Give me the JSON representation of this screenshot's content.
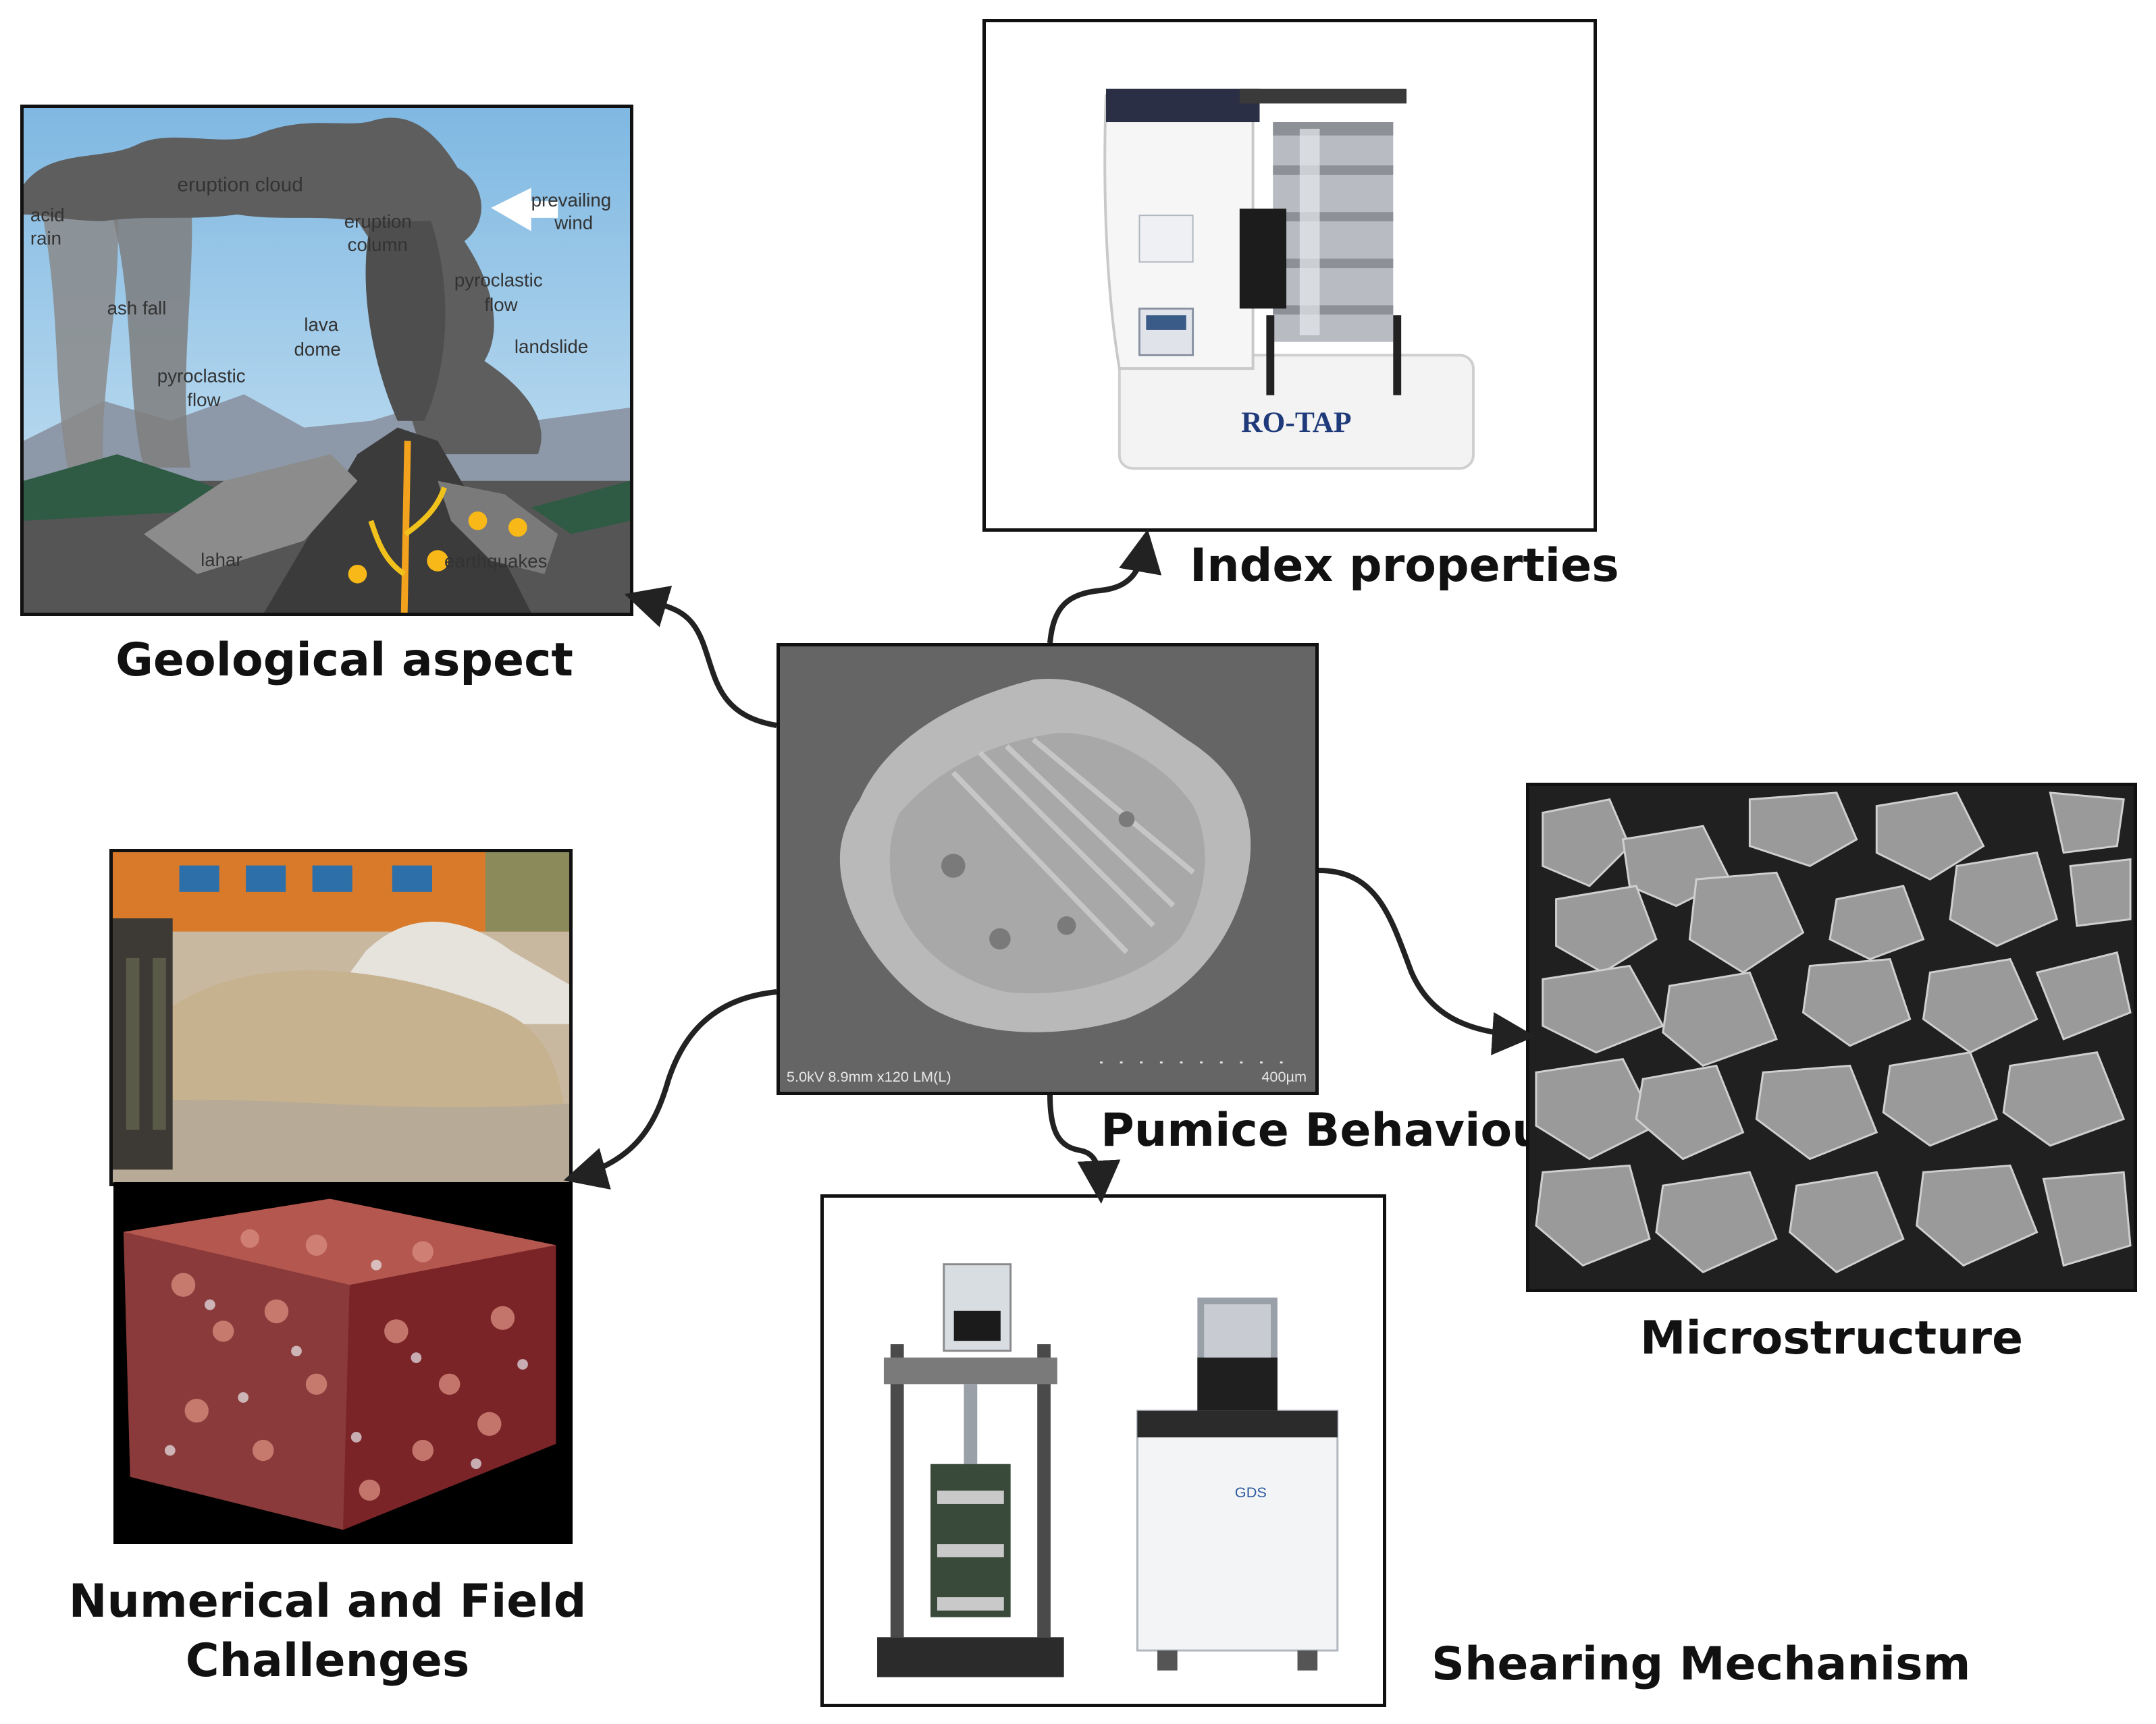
{
  "colors": {
    "border": "#111111",
    "arrow": "#222222",
    "caption": "#111111",
    "sky": "#8fc3e6",
    "ash": "#6b6b6b",
    "lava": "#f2a21c",
    "rotap_brand": "#1f3a7a",
    "sem_background": "#202020",
    "model_sphere": "#a8242b"
  },
  "center": {
    "caption": "Pumice Behaviour",
    "sem_left": "5.0kV 8.9mm x120 LM(L)",
    "sem_right": "400µm"
  },
  "geological": {
    "caption": "Geological aspect",
    "labels": {
      "eruption_cloud": "eruption cloud",
      "acid": "acid",
      "rain": "rain",
      "prevailing": "prevailing",
      "wind": "wind",
      "eruption": "eruption",
      "column": "column",
      "pyroclastic_right": "pyroclastic",
      "flow_right": "flow",
      "ash_fall": "ash fall",
      "lava": "lava",
      "dome": "dome",
      "landslide": "landslide",
      "pyroclastic_left": "pyroclastic",
      "flow_left": "flow",
      "lahar": "lahar",
      "earthquakes": "earthquakes"
    }
  },
  "index": {
    "caption": "Index properties",
    "brand": "RO-TAP"
  },
  "microstructure": {
    "caption": "Microstructure"
  },
  "numerical": {
    "caption_line1": "Numerical and Field",
    "caption_line2": "Challenges"
  },
  "shearing": {
    "caption": "Shearing Mechanism",
    "badge": "GDS"
  }
}
